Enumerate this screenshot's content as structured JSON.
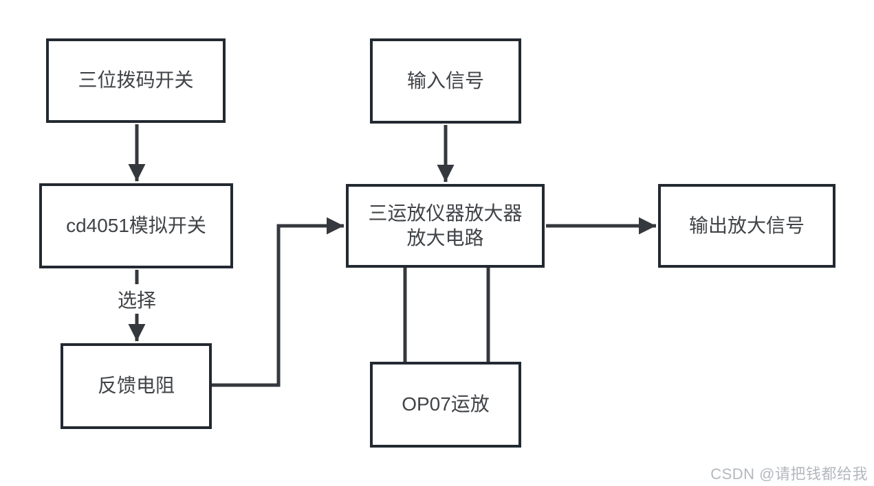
{
  "colors": {
    "background": "#ffffff",
    "node_fill": "#ffffff",
    "border": "#232931",
    "line": "#35383c",
    "text": "#404347",
    "watermark": "#b3b8be"
  },
  "diagram": {
    "nodes": [
      {
        "id": "dip-switch",
        "label": "三位拨码开关"
      },
      {
        "id": "cd4051",
        "label": "cd4051模拟开关"
      },
      {
        "id": "feedback-resistor",
        "label": "反馈电阻"
      },
      {
        "id": "input-signal",
        "label": "输入信号"
      },
      {
        "id": "amplifier",
        "label": "三运放仪器放大器放大电路",
        "lines": [
          "三运放仪器放大器",
          "放大电路"
        ]
      },
      {
        "id": "output-signal",
        "label": "输出放大信号"
      },
      {
        "id": "op07",
        "label": "OP07运放"
      }
    ],
    "edges": [
      {
        "from": "dip-switch",
        "to": "cd4051",
        "label": "",
        "arrow": true
      },
      {
        "from": "cd4051",
        "to": "feedback-resistor",
        "label": "选择",
        "arrow": true
      },
      {
        "from": "input-signal",
        "to": "amplifier",
        "label": "",
        "arrow": true
      },
      {
        "from": "amplifier",
        "to": "output-signal",
        "label": "",
        "arrow": true
      },
      {
        "from": "feedback-resistor",
        "to": "amplifier",
        "label": "",
        "arrow": true
      },
      {
        "from": "amplifier",
        "to": "op07",
        "label": "",
        "arrow": false
      },
      {
        "from": "amplifier",
        "to": "op07",
        "label": "",
        "arrow": false
      }
    ]
  },
  "watermark": {
    "text": "CSDN @请把钱都给我"
  }
}
